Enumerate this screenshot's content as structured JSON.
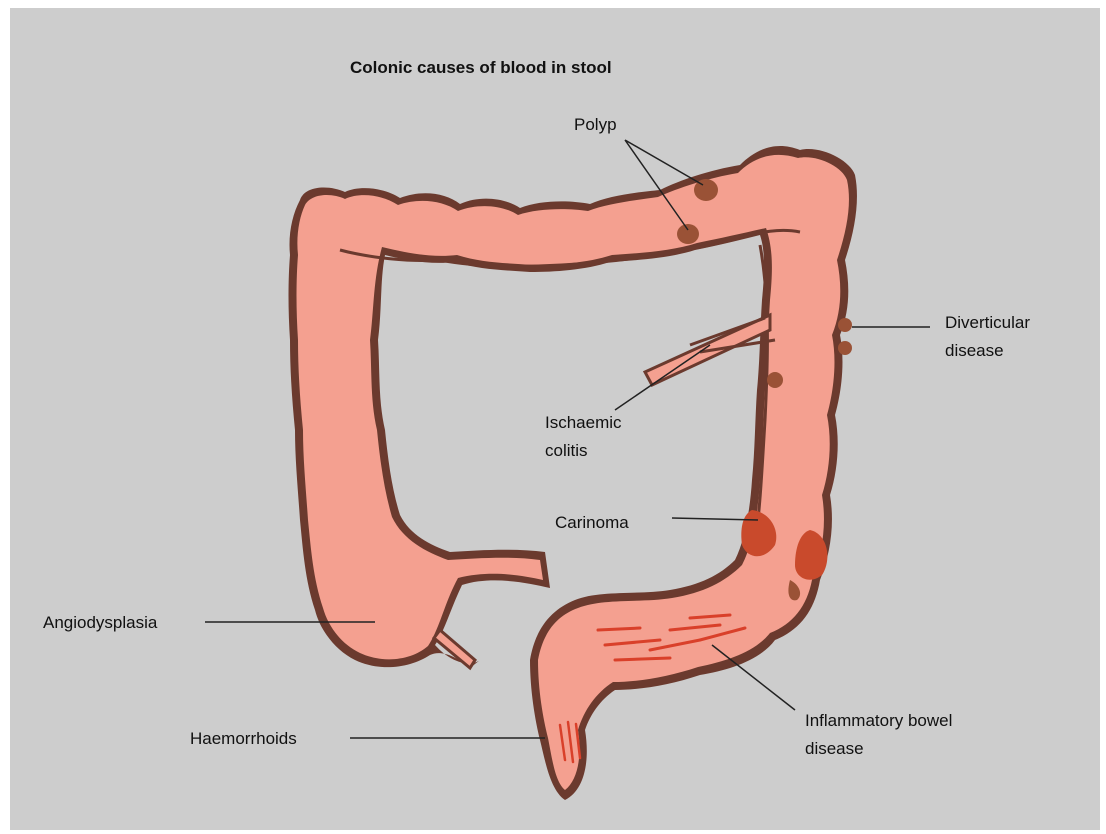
{
  "title": "Colonic causes of blood in stool",
  "labels": {
    "polyp": "Polyp",
    "diverticular_1": "Diverticular",
    "diverticular_2": "disease",
    "ischaemic_1": "Ischaemic",
    "ischaemic_2": "colitis",
    "carinoma": "Carinoma",
    "angiodysplasia": "Angiodysplasia",
    "inflammatory_1": "Inflammatory bowel",
    "inflammatory_2": "disease",
    "haemorrhoids": "Haemorrhoids"
  },
  "colors": {
    "background": "#cdcdcd",
    "colon_fill": "#f4a090",
    "colon_outline": "#6b3a2e",
    "lesion": "#d9402a",
    "polyp": "#9a5236"
  }
}
